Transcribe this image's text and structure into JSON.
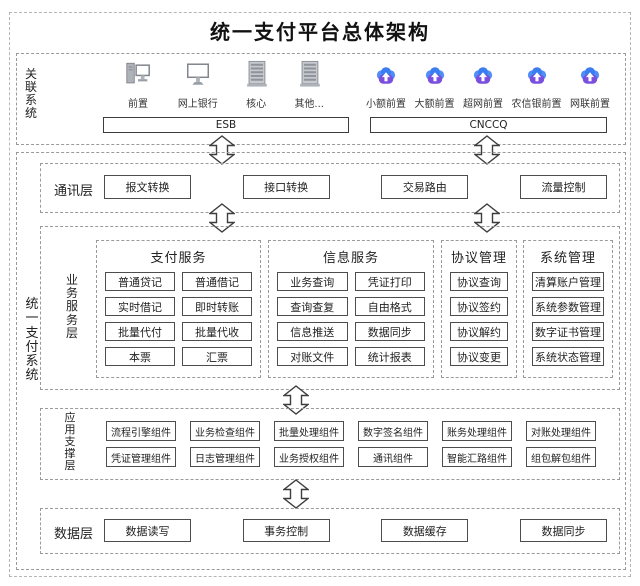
{
  "title": "统一支付平台总体架构",
  "related_systems": {
    "label": "关联系统",
    "terminals": [
      {
        "label": "前置",
        "icon": "desktop-computer-icon"
      },
      {
        "label": "网上银行",
        "icon": "monitor-icon"
      },
      {
        "label": "核心",
        "icon": "mainframe-icon"
      },
      {
        "label": "其他...",
        "icon": "mainframe-icon"
      }
    ],
    "clouds": [
      "小额前置",
      "大额前置",
      "超网前置",
      "农信银前置",
      "网联前置"
    ],
    "esb_label": "ESB",
    "cnccq_label": "CNCCQ"
  },
  "payment_system": {
    "label": "统一支付系统",
    "comm_layer": {
      "label": "通讯层",
      "items": [
        "报文转换",
        "接口转换",
        "交易路由",
        "流量控制"
      ]
    },
    "business_layer": {
      "label": "业务服务层",
      "columns": [
        {
          "title": "支付服务",
          "items": [
            "普通贷记",
            "普通借记",
            "实时借记",
            "即时转账",
            "批量代付",
            "批量代收",
            "本票",
            "汇票"
          ]
        },
        {
          "title": "信息服务",
          "items": [
            "业务查询",
            "凭证打印",
            "查询查复",
            "自由格式",
            "信息推送",
            "数据同步",
            "对账文件",
            "统计报表"
          ]
        },
        {
          "title": "协议管理",
          "items": [
            "协议查询",
            "协议签约",
            "协议解约",
            "协议变更"
          ]
        },
        {
          "title": "系统管理",
          "items": [
            "清算账户管理",
            "系统参数管理",
            "数字证书管理",
            "系统状态管理"
          ]
        }
      ]
    },
    "app_layer": {
      "label": "应用支撑层",
      "items": [
        "流程引擎组件",
        "业务检查组件",
        "批量处理组件",
        "数字签名组件",
        "账务处理组件",
        "对账处理组件",
        "凭证管理组件",
        "日志管理组件",
        "业务授权组件",
        "通讯组件",
        "智能汇路组件",
        "组包解包组件"
      ]
    },
    "data_layer": {
      "label": "数据层",
      "items": [
        "数据读写",
        "事务控制",
        "数据缓存",
        "数据同步"
      ]
    }
  },
  "colors": {
    "box_border": "#4d4d4d",
    "dashed_border": "#9a9a9a",
    "cloud_blue": "#3f7ef0",
    "cloud_purple": "#7a4fdd",
    "icon_gray": "#9aa0a8",
    "text": "#1f1f1f"
  }
}
